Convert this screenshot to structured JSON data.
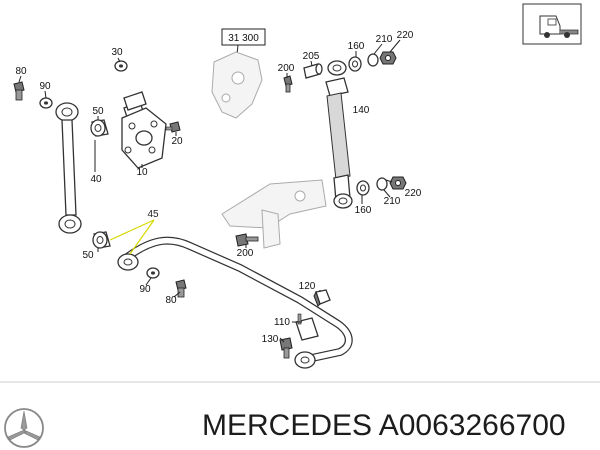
{
  "diagram": {
    "callouts": {
      "c30": "30",
      "c80a": "80",
      "c90a": "90",
      "c50a": "50",
      "c40": "40",
      "c10": "10",
      "c20": "20",
      "c31300": "31 300",
      "c200a": "200",
      "c205": "205",
      "c160a": "160",
      "c210a": "210",
      "c220a": "220",
      "c140": "140",
      "c220b": "220",
      "c210b": "210",
      "c160b": "160",
      "c45": "45",
      "c50b": "50",
      "c200b": "200",
      "c90b": "90",
      "c80b": "80",
      "c120": "120",
      "c110": "110",
      "c130": "130"
    },
    "highlight_color": "#e6e600",
    "corner_icon": "truck-cab-icon"
  },
  "footer": {
    "brand_icon": "mercedes-star-icon",
    "brand": "MERCEDES",
    "part_number": "A0063266700"
  }
}
